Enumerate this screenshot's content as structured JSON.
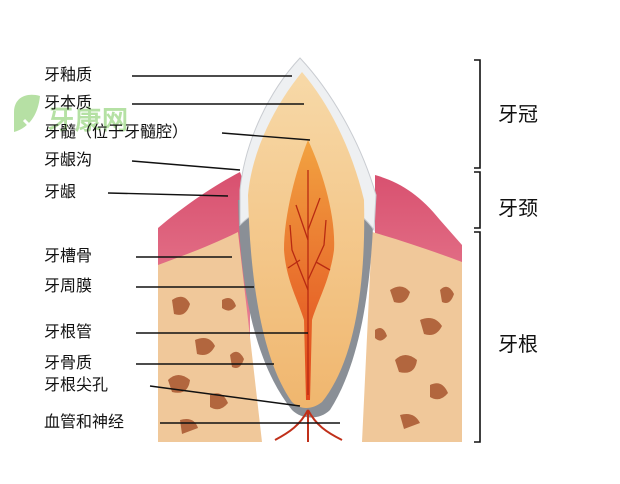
{
  "labels": {
    "enamel": "牙釉质",
    "dentin": "牙本质",
    "pulp": "牙髓（位于牙髓腔）",
    "gingival_sulcus": "牙龈沟",
    "gingiva": "牙龈",
    "alveolar_bone": "牙槽骨",
    "periodontal_ligament": "牙周膜",
    "root_canal": "牙根管",
    "cementum": "牙骨质",
    "apical_foramen": "牙根尖孔",
    "vessels_nerves": "血管和神经"
  },
  "regions": {
    "crown": "牙冠",
    "neck": "牙颈",
    "root": "牙根"
  },
  "watermark": {
    "text": "牙康网"
  },
  "colors": {
    "bone": "#f0c89a",
    "bone_marrow": "#a8552f",
    "gum": "#e07a90",
    "enamel": "#eef0f2",
    "dentin": "#f4c37e",
    "pulp": "#e8541e",
    "watermark": "#7cc85a"
  }
}
